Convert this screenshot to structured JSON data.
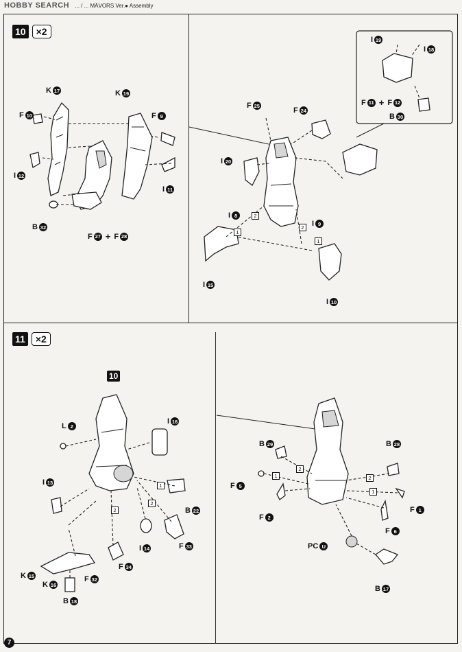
{
  "header": {
    "logo": "HOBBY SEARCH",
    "caption": "... / ... MÄVORS Ver.● Assembly"
  },
  "page_number": "7",
  "step10": {
    "number": "10",
    "quantity": "×2",
    "parts": {
      "k17": {
        "letter": "K",
        "num": "17"
      },
      "k19": {
        "letter": "K",
        "num": "19"
      },
      "f10": {
        "letter": "F",
        "num": "10"
      },
      "f9": {
        "letter": "F",
        "num": "9"
      },
      "i12": {
        "letter": "I",
        "num": "12"
      },
      "i11": {
        "letter": "I",
        "num": "11"
      },
      "b32": {
        "letter": "B",
        "num": "32"
      },
      "f27": {
        "letter": "F",
        "num": "27"
      },
      "f28": {
        "letter": "F",
        "num": "28"
      },
      "f25": {
        "letter": "F",
        "num": "25"
      },
      "f24": {
        "letter": "F",
        "num": "24"
      },
      "i20": {
        "letter": "I",
        "num": "20"
      },
      "i8": {
        "letter": "I",
        "num": "8"
      },
      "i9": {
        "letter": "I",
        "num": "9"
      },
      "i15": {
        "letter": "I",
        "num": "15"
      },
      "i10": {
        "letter": "I",
        "num": "10"
      },
      "i19": {
        "letter": "I",
        "num": "19"
      },
      "i18": {
        "letter": "I",
        "num": "18"
      },
      "f11": {
        "letter": "F",
        "num": "11"
      },
      "f12": {
        "letter": "F",
        "num": "12"
      },
      "b30": {
        "letter": "B",
        "num": "30"
      }
    },
    "plus": "+",
    "markers": {
      "one": "1",
      "two": "2"
    }
  },
  "step11": {
    "number": "11",
    "quantity": "×2",
    "ref_step": "10",
    "parts": {
      "l2": {
        "letter": "L",
        "num": "2"
      },
      "i16": {
        "letter": "I",
        "num": "16"
      },
      "i13": {
        "letter": "I",
        "num": "13"
      },
      "b22": {
        "letter": "B",
        "num": "22"
      },
      "i14": {
        "letter": "I",
        "num": "14"
      },
      "f33": {
        "letter": "F",
        "num": "33"
      },
      "f34": {
        "letter": "F",
        "num": "34"
      },
      "k15": {
        "letter": "K",
        "num": "15"
      },
      "k16": {
        "letter": "K",
        "num": "16"
      },
      "f32": {
        "letter": "F",
        "num": "32"
      },
      "b18": {
        "letter": "B",
        "num": "18"
      },
      "b29": {
        "letter": "B",
        "num": "29"
      },
      "b28": {
        "letter": "B",
        "num": "28"
      },
      "f5": {
        "letter": "F",
        "num": "5"
      },
      "f2": {
        "letter": "F",
        "num": "2"
      },
      "f1": {
        "letter": "F",
        "num": "1"
      },
      "f6": {
        "letter": "F",
        "num": "6"
      },
      "pcu": {
        "letter": "PC",
        "num": "U"
      },
      "b17": {
        "letter": "B",
        "num": "17"
      }
    },
    "markers": {
      "one": "1",
      "two": "2"
    }
  }
}
